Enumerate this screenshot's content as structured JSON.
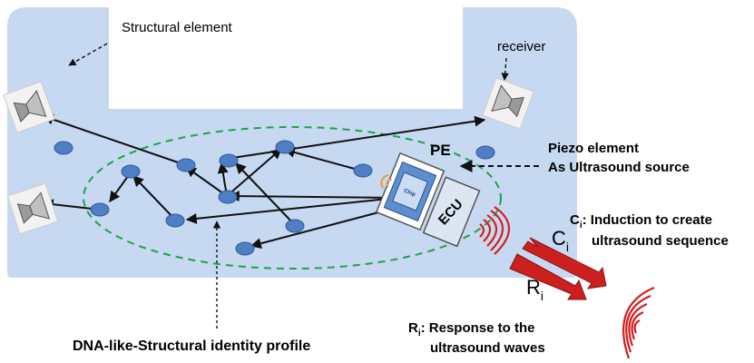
{
  "labels": {
    "structural_element": "Structural element",
    "receiver": "receiver",
    "pe": "PE",
    "piezo_line1": "Piezo element",
    "piezo_line2": "As Ultrasound source",
    "ecu": "ECU",
    "chip": "Chip",
    "ci_big_main": "C",
    "ci_big_sub": "i",
    "ri_big_main": "R",
    "ri_big_sub": "i",
    "ci_desc_main": "C",
    "ci_desc_sub": "i",
    "ci_desc_line1": ": Induction to create",
    "ci_desc_line2": "ultrasound sequence",
    "ri_desc_main": "R",
    "ri_desc_sub": "i",
    "ri_desc_line1": ": Response to the",
    "ri_desc_line2": "ultrasound waves",
    "dna_profile": "DNA-like-Structural identity profile"
  },
  "colors": {
    "structure_fill": "#c6d9f0",
    "node_fill": "#4f7ec4",
    "node_stroke": "#2e5a9c",
    "ellipse_stroke": "#1fa24a",
    "wave_red": "#d42020",
    "arrow_red": "#cc1f1f",
    "ecu_fill": "#dce6f2"
  },
  "icons": [
    "receiver-icon",
    "piezo-chip-icon",
    "ultrasound-wave-icon"
  ]
}
